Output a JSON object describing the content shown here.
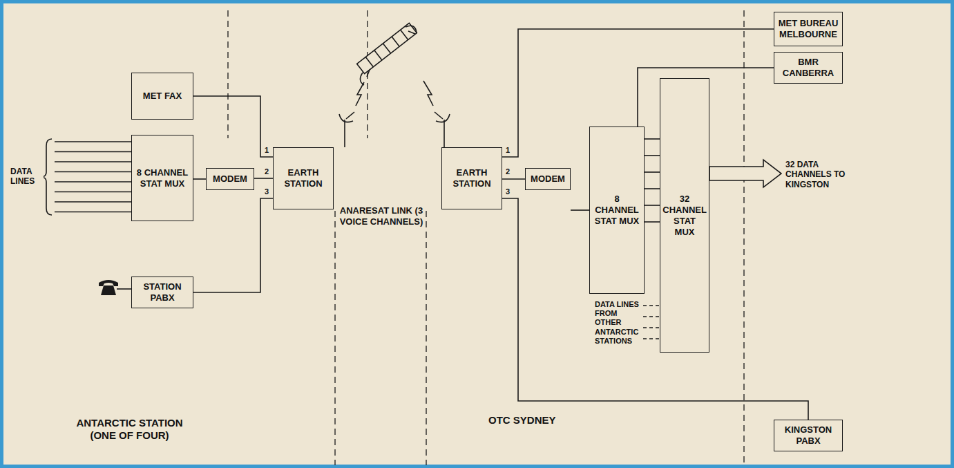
{
  "diagram": {
    "nodes": [
      {
        "text": [
          "MET FAX"
        ]
      },
      {
        "text": [
          "8 CHANNEL STAT MUX"
        ]
      },
      {
        "text": [
          "MODEM"
        ]
      },
      {
        "text": [
          "EARTH STATION"
        ]
      },
      {
        "text": [
          "STATION PABX"
        ]
      },
      {
        "text": [
          "EARTH STATION"
        ]
      },
      {
        "text": [
          "MODEM"
        ]
      },
      {
        "text": [
          "8 CHANNEL STAT MUX"
        ]
      },
      {
        "text": [
          "32 CHANNEL STAT MUX"
        ]
      },
      {
        "text": [
          "MET BUREAU MELBOURNE"
        ]
      },
      {
        "text": [
          "BMR CANBERRA"
        ]
      },
      {
        "text": [
          "KINGSTON PABX"
        ]
      }
    ],
    "edges": [
      {
        "from": 0,
        "to": 3,
        "arrow": "none"
      },
      {
        "from": 1,
        "to": 2,
        "arrow": "none"
      },
      {
        "from": 2,
        "to": 3,
        "arrow": "none"
      },
      {
        "from": 4,
        "to": 3,
        "arrow": "none"
      },
      {
        "from": 5,
        "to": 9,
        "arrow": "none"
      },
      {
        "from": 5,
        "to": 6,
        "arrow": "none"
      },
      {
        "from": 6,
        "to": 7,
        "arrow": "none"
      },
      {
        "from": 7,
        "to": 10,
        "arrow": "none"
      },
      {
        "from": 7,
        "to": 8,
        "arrow": "none"
      },
      {
        "from": 7,
        "to": 8,
        "arrow": "none"
      },
      {
        "from": 7,
        "to": 8,
        "arrow": "none"
      },
      {
        "from": 7,
        "to": 8,
        "arrow": "none"
      },
      {
        "from": 7,
        "to": 8,
        "arrow": "none"
      },
      {
        "from": 7,
        "to": 8,
        "arrow": "none"
      },
      {
        "from": 5,
        "to": 11,
        "arrow": "none"
      }
    ],
    "labels": [
      "1",
      "2",
      "3",
      "1",
      "2",
      "3",
      "DATA LINES",
      "DATA LINES FROM OTHER ANTARCTIC STATIONS",
      "32 DATA CHANNELS TO KINGSTON",
      "ANTARCTIC STATION (ONE OF FOUR)",
      "ANARESAT LINK (3 VOICE CHANNELS)",
      "OTC SYDNEY"
    ]
  }
}
